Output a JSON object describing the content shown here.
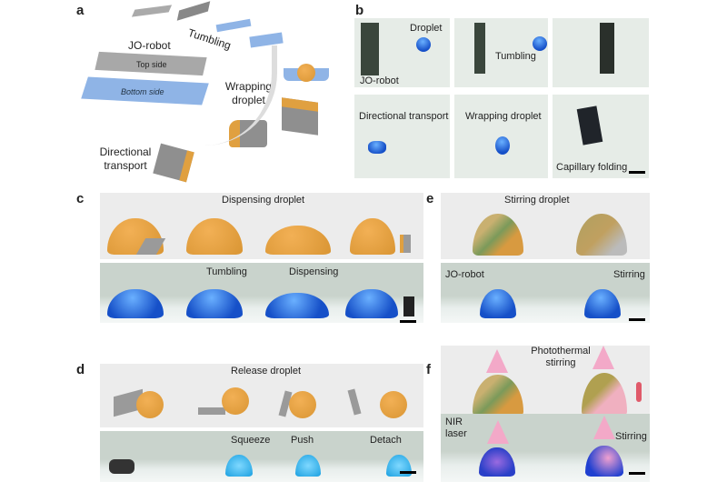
{
  "panels": {
    "a": {
      "label": "a",
      "robot": "JO-robot",
      "top_side": "Top side",
      "bottom_side": "Bottom side",
      "tumbling": "Tumbling",
      "wrapping": "Wrapping droplet",
      "transport": "Directional transport"
    },
    "b": {
      "label": "b",
      "robot": "JO-robot",
      "droplet": "Droplet",
      "tumbling": "Tumbling",
      "transport": "Directional transport",
      "wrapping": "Wrapping droplet",
      "capillary": "Capillary  folding"
    },
    "c": {
      "label": "c",
      "title": "Dispensing droplet",
      "steps": [
        "",
        "Tumbling",
        "Dispensing",
        ""
      ]
    },
    "d": {
      "label": "d",
      "title": "Release droplet",
      "steps": [
        "",
        "Squeeze",
        "Push",
        "Detach"
      ]
    },
    "e": {
      "label": "e",
      "title": "Stirring droplet",
      "robot": "JO-robot",
      "stirring": "Stirring"
    },
    "f": {
      "label": "f",
      "title": "Photothermal stirring",
      "laser": "NIR laser",
      "stirring": "Stirring"
    }
  },
  "colors": {
    "droplet_render": "#e0a040",
    "droplet_photo": "#1f6be0",
    "robot_top": "#a0a0a0",
    "robot_bottom": "#8fb4e6",
    "laser": "#f3a9c8"
  }
}
